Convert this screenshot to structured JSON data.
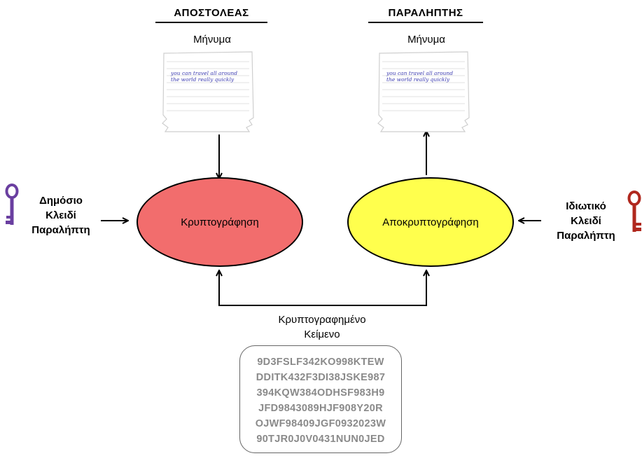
{
  "sender": {
    "title": "ΑΠΟΣΤΟΛΕΑΣ",
    "message_label": "Μήνυμα",
    "note_text": [
      "you can travel all around",
      "the world really quickly"
    ]
  },
  "receiver": {
    "title": "ΠΑΡΑΛΗΠΤΗΣ",
    "message_label": "Μήνυμα",
    "note_text": [
      "you can travel all around",
      "the world really quickly"
    ]
  },
  "encrypt": {
    "label": "Κρυπτογράφηση",
    "color": "#f26d6d"
  },
  "decrypt": {
    "label": "Αποκρυπτογράφηση",
    "color": "#ffff4d"
  },
  "public_key": {
    "lines": [
      "Δημόσιο",
      "Κλειδί",
      "Παραλήπτη"
    ],
    "color": "#6a3fa0"
  },
  "private_key": {
    "lines": [
      "Ιδιωτικό",
      "Κλειδί",
      "Παραλήπτη"
    ],
    "color": "#b0281e"
  },
  "ciphertext": {
    "label_lines": [
      "Κρυπτογραφημένο",
      "Κείμενο"
    ],
    "lines": [
      "9D3FSLF342KO998KTEW",
      "DDITK432F3DI38JSKE987",
      "394KQW384ODHSF983H9",
      "JFD9843089HJF908Y20R",
      "OJWF98409JGF0932023W",
      "90TJR0J0V0431NUN0JED"
    ]
  }
}
